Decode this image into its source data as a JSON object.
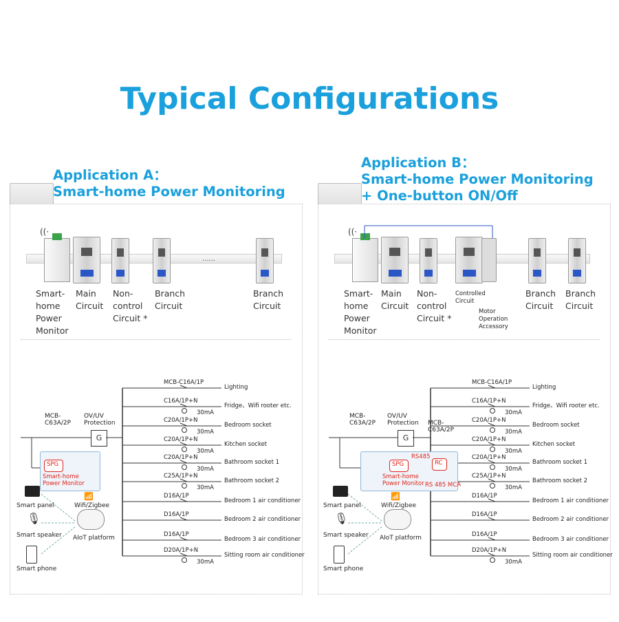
{
  "title": "Typical Configurations",
  "appA": {
    "heading_line1": "Application A：",
    "heading_line2": "Smart-home Power Monitoring",
    "devices": [
      {
        "label": "Smart-\nhome\nPower\nMonitor"
      },
      {
        "label": "Main\nCircuit"
      },
      {
        "label": "Non-\ncontrol\nCircuit *"
      },
      {
        "label": "Branch\nCircuit"
      },
      {
        "label": "Branch\nCircuit"
      }
    ],
    "ellipsis": "......",
    "main_breaker": "MCB-\nC63A/2P",
    "protection": "OV/UV\nProtection",
    "g_label": "G",
    "spg": "SPG",
    "spg_caption": "Smart-home\nPower Monitor",
    "wifi": "Wifi/Zigbee",
    "aiot": "AIoT platform",
    "smart_panel": "Smart panel",
    "smart_speaker": "Smart speaker",
    "smart_phone": "Smart phone",
    "circuits": [
      {
        "breaker": "MCB-C16A/1P",
        "load": "Lighting",
        "rcd": ""
      },
      {
        "breaker": "C16A/1P+N",
        "load": "Fridge、Wifi rooter etc.",
        "rcd": "30mA"
      },
      {
        "breaker": "C20A/1P+N",
        "load": "Bedroom socket",
        "rcd": "30mA"
      },
      {
        "breaker": "C20A/1P+N",
        "load": "Kitchen socket",
        "rcd": "30mA"
      },
      {
        "breaker": "C20A/1P+N",
        "load": "Bathroom socket 1",
        "rcd": "30mA"
      },
      {
        "breaker": "C25A/1P+N",
        "load": "Bathroom socket 2",
        "rcd": "30mA"
      },
      {
        "breaker": "D16A/1P",
        "load": "Bedroom 1 air conditioner",
        "rcd": ""
      },
      {
        "breaker": "D16A/1P",
        "load": "Bedroom 2 air conditioner",
        "rcd": ""
      },
      {
        "breaker": "D16A/1P",
        "load": "Bedroom 3 air conditioner",
        "rcd": ""
      },
      {
        "breaker": "D20A/1P+N",
        "load": "Sitting room air conditioner",
        "rcd": "30mA"
      }
    ]
  },
  "appB": {
    "heading_line1": "Application B：",
    "heading_line2": "Smart-home Power Monitoring",
    "heading_line3": "+ One-button ON/Off",
    "devices": [
      {
        "label": "Smart-\nhome\nPower\nMonitor"
      },
      {
        "label": "Main\nCircuit"
      },
      {
        "label": "Non-\ncontrol\nCircuit *"
      },
      {
        "label": "Controlled\nCircuit"
      },
      {
        "label": "Motor\nOperation\nAccessory"
      },
      {
        "label": "Branch\nCircuit"
      },
      {
        "label": "Branch\nCircuit"
      }
    ],
    "main_breaker": "MCB-\nC63A/2P",
    "protection": "OV/UV\nProtection",
    "g_label": "G",
    "second_breaker": "MCB-\nC63A/2P",
    "spg": "SPG",
    "rc": "RC",
    "rs485": "RS485",
    "spg_caption": "Smart-home\nPower Monitor",
    "rs485_mca": "RS 485 MCA",
    "wifi": "Wifi/Zigbee",
    "aiot": "AIoT platform",
    "smart_panel": "Smart panel",
    "smart_speaker": "Smart speaker",
    "smart_phone": "Smart phone",
    "circuits": [
      {
        "breaker": "MCB-C16A/1P",
        "load": "Lighting",
        "rcd": ""
      },
      {
        "breaker": "C16A/1P+N",
        "load": "Fridge、Wifi rooter etc.",
        "rcd": "30mA"
      },
      {
        "breaker": "C20A/1P+N",
        "load": "Bedroom socket",
        "rcd": "30mA"
      },
      {
        "breaker": "C20A/1P+N",
        "load": "Kitchen socket",
        "rcd": "30mA"
      },
      {
        "breaker": "C20A/1P+N",
        "load": "Bathroom socket 1",
        "rcd": "30mA"
      },
      {
        "breaker": "C25A/1P+N",
        "load": "Bathroom socket 2",
        "rcd": "30mA"
      },
      {
        "breaker": "D16A/1P",
        "load": "Bedroom 1 air conditioner",
        "rcd": ""
      },
      {
        "breaker": "D16A/1P",
        "load": "Bedroom 2 air conditioner",
        "rcd": ""
      },
      {
        "breaker": "D16A/1P",
        "load": "Bedroom 3 air conditioner",
        "rcd": ""
      },
      {
        "breaker": "D20A/1P+N",
        "load": "Sitting room air conditioner",
        "rcd": "30mA"
      }
    ]
  },
  "colors": {
    "accent": "#1aa0dc",
    "highlight": "#e0231a"
  }
}
